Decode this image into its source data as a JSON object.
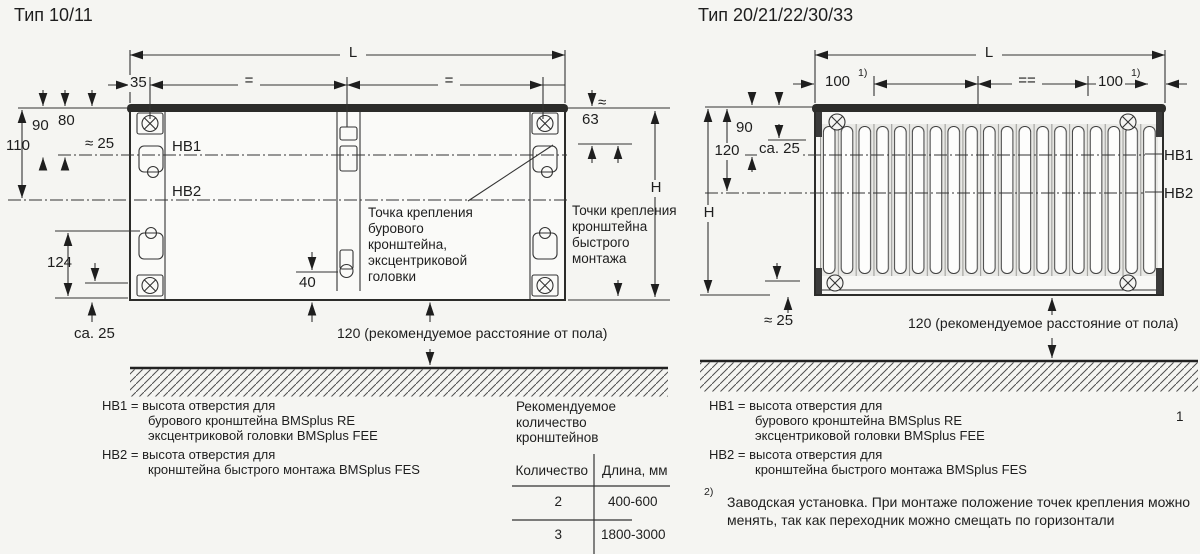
{
  "colors": {
    "background": "#f5f5f2",
    "line": "#333333",
    "dark_bar": "#2c2c2a"
  },
  "left_diagram": {
    "title": "Тип 10/11",
    "dims": {
      "L": "L",
      "d35": "35",
      "eq1": "=",
      "eq2": "=",
      "d90": "90",
      "d80": "80",
      "d110": "110",
      "approx25": "≈ 25",
      "hb1": "HB1",
      "hb2": "HB2",
      "d124": "124",
      "ca25": "ca. 25",
      "d40": "40",
      "approx": "≈",
      "d63": "63",
      "H": "H"
    },
    "note_drill": [
      "Точка крепления",
      "бурового",
      "кронштейна,",
      "эксцентриковой",
      "головки"
    ],
    "note_quick": [
      "Точки крепления",
      "кронштейна",
      "быстрого",
      "монтажа"
    ],
    "floor_note": "120 (рекомендуемое расстояние от пола)"
  },
  "right_diagram": {
    "title": "Тип 20/21/22/30/33",
    "dims": {
      "L": "L",
      "d100l": "100",
      "d100r": "100",
      "sup1": "1)",
      "eq": "==",
      "d90": "90",
      "d120": "120",
      "ca25": "ca. 25",
      "hb1": "HB1",
      "hb2": "HB2",
      "H": "H",
      "approx25": "≈ 25"
    },
    "floor_note": "120 (рекомендуемое расстояние от пола)"
  },
  "legend": {
    "lines": [
      "HB1 = высота отверстия для",
      "бурового кронштейна BMSplus RE",
      "эксцентриковой головки BMSplus FEE",
      "HB2 = высота отверстия для",
      "кронштейна быстрого монтажа BMSplus FES"
    ]
  },
  "bracket_table": {
    "caption": [
      "Рекомендуемое",
      "количество",
      "кронштейнов"
    ],
    "col_qty": "Количество",
    "col_len": "Длина, мм",
    "rows": [
      {
        "qty": "2",
        "len": "400-600"
      },
      {
        "qty": "3",
        "len": "1800-3000"
      }
    ]
  },
  "footnote2": {
    "marker": "2)",
    "line1": "Заводская установка. При монтаже положение точек крепления можно",
    "line2": "менять, так как переходник можно смещать по горизонтали"
  },
  "page_ref": "1"
}
